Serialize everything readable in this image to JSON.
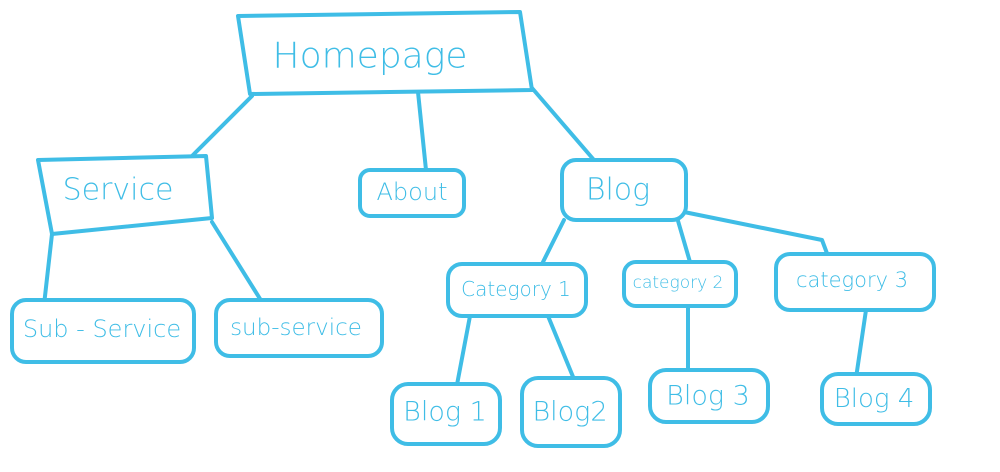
{
  "diagram": {
    "line_color": "#3fbde6",
    "nodes": {
      "homepage": "Homepage",
      "service": "Service",
      "about": "About",
      "blog": "Blog",
      "sub_service_1": "Sub - Service",
      "sub_service_2": "sub-service",
      "category_1": "Category 1",
      "category_2": "category 2",
      "category_3": "category 3",
      "blog_1": "Blog 1",
      "blog_2": "Blog2",
      "blog_3": "Blog 3",
      "blog_4": "Blog 4"
    }
  }
}
